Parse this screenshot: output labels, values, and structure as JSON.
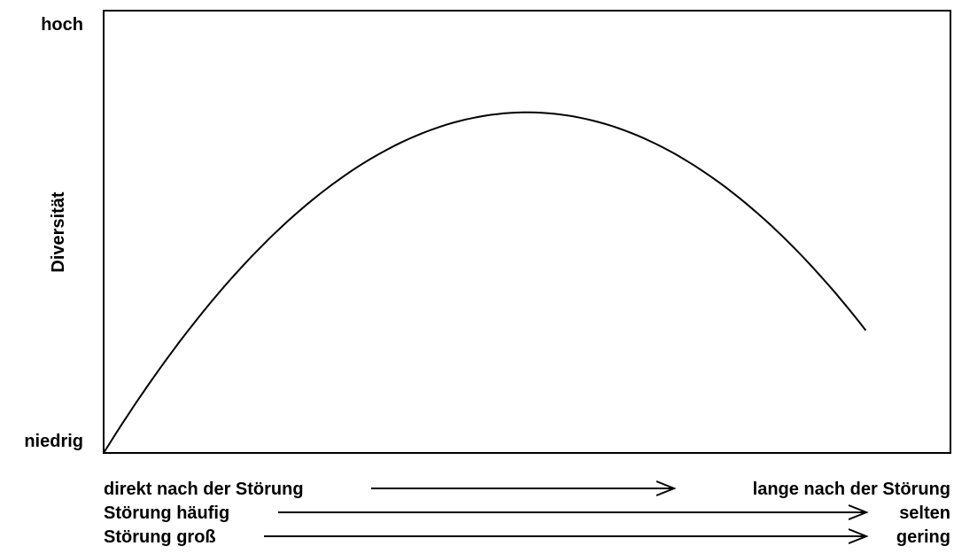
{
  "diagram": {
    "y_axis": {
      "label": "Diversität",
      "top_label": "hoch",
      "bottom_label": "niedrig"
    },
    "x_axes": [
      {
        "left_label": "direkt nach der Störung",
        "right_label": "lange nach der Störung"
      },
      {
        "left_label": "Störung häufig",
        "right_label": "selten"
      },
      {
        "left_label": "Störung groß",
        "right_label": "gering"
      }
    ],
    "curve": {
      "shape": "hump",
      "start_level": 0.0,
      "peak_position": 0.5,
      "peak_level": 0.77,
      "end_position": 0.9,
      "end_level": 0.26
    },
    "colors": {
      "line": "#000000",
      "background": "#ffffff"
    }
  }
}
